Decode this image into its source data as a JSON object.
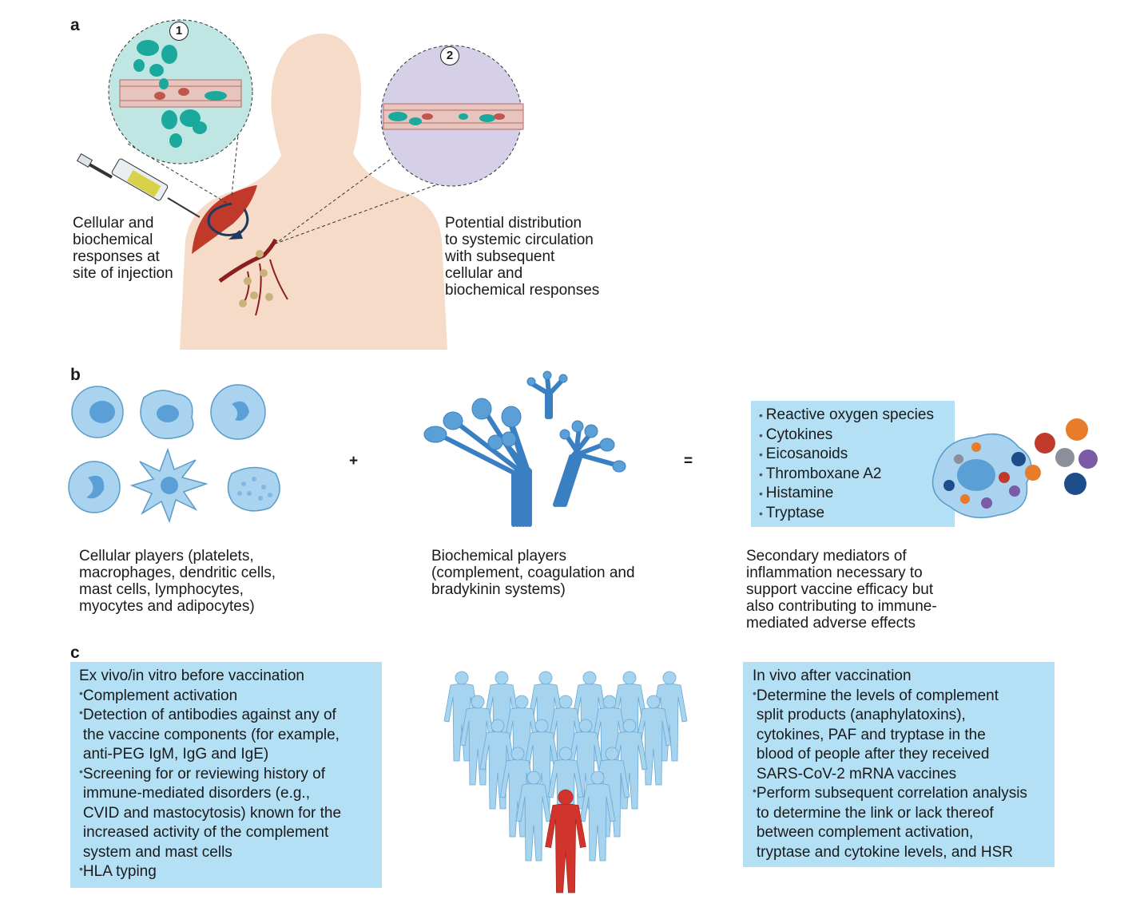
{
  "panels": {
    "a": {
      "letter": "a",
      "badge_1": "1",
      "badge_2": "2",
      "left_caption": "Cellular and\nbiochemical\nresponses at\nsite of injection",
      "right_caption": "Potential distribution\nto systemic circulation\nwith subsequent\ncellular and\nbiochemical responses"
    },
    "b": {
      "letter": "b",
      "plus": "+",
      "equals": "=",
      "cellular_caption": "Cellular players (platelets,\nmacrophages, dendritic cells,\nmast cells, lymphocytes,\nmyocytes and adipocytes)",
      "biochemical_caption": "Biochemical players\n(complement, coagulation and\nbradykinin systems)",
      "mediators": [
        "Reactive oxygen species",
        "Cytokines",
        "Eicosanoids",
        "Thromboxane A2",
        "Histamine",
        "Tryptase"
      ],
      "secondary_caption": "Secondary mediators of\ninflammation necessary to\nsupport vaccine efficacy but\nalso contributing to immune-\nmediated adverse effects"
    },
    "c": {
      "letter": "c",
      "left_box": {
        "title": "Ex vivo/in vitro before vaccination",
        "items": [
          "Complement activation",
          "Detection of antibodies against any of\nthe vaccine components (for example,\nanti-PEG IgM, IgG and IgE)",
          "Screening for or reviewing history of\nimmune-mediated disorders (e.g.,\nCVID and mastocytosis) known for the\nincreased activity of the complement\nsystem and mast cells",
          "HLA typing"
        ]
      },
      "right_box": {
        "title": "In vivo after vaccination",
        "items": [
          "Determine the levels of complement\nsplit products (anaphylatoxins),\ncytokines, PAF and tryptase in the\n blood of people after they received\nSARS-CoV-2 mRNA vaccines",
          "Perform subsequent correlation analysis\nto determine the link or lack thereof\nbetween complement activation,\ntryptase and cytokine levels, and HSR"
        ]
      }
    }
  },
  "colors": {
    "box_blue": "#b3e0f5",
    "skin": "#f6dcc8",
    "teal": "#1aa99c",
    "muscle_red": "#c0392b",
    "cell_blue": "#a9d3ef",
    "person_red": "#d0342c",
    "person_blue": "#a6d3ee"
  }
}
